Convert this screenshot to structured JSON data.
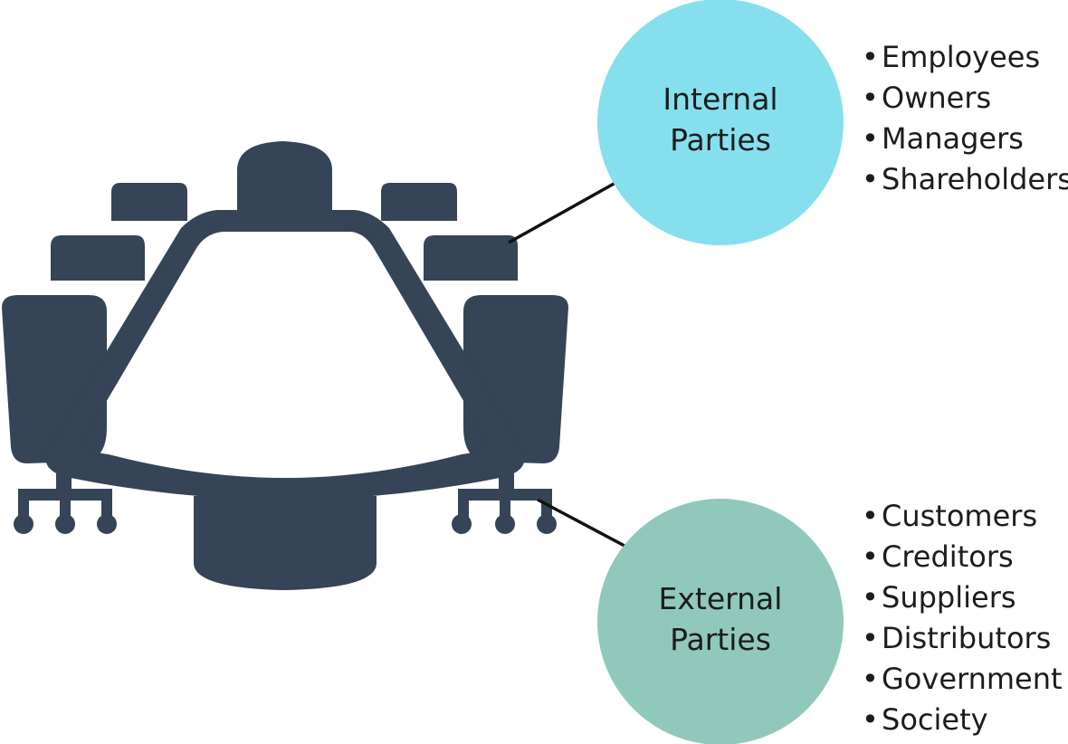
{
  "internal": {
    "label_line1": "Internal",
    "label_line2": "Parties",
    "color": "#86dfed",
    "items": [
      "Employees",
      "Owners",
      "Managers",
      "Shareholders"
    ]
  },
  "external": {
    "label_line1": "External",
    "label_line2": "Parties",
    "color": "#90c9bb",
    "items": [
      "Customers",
      "Creditors",
      "Suppliers",
      "Distributors",
      "Government",
      "Society"
    ]
  },
  "bullet": "•",
  "icon": {
    "name": "meeting-table-icon",
    "color": "#354457"
  }
}
